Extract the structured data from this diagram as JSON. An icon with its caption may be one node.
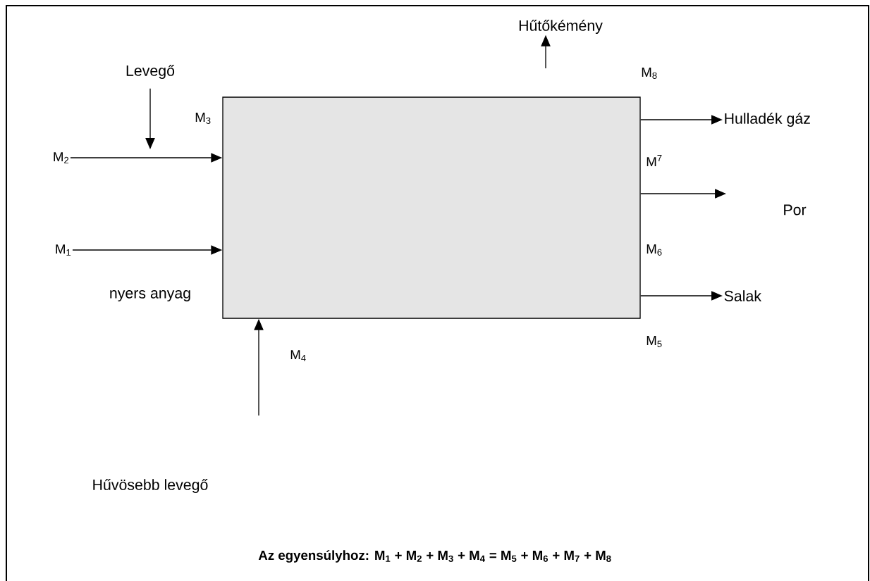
{
  "diagram": {
    "caption": "Az egyensúlyhoz: M$_{1}$ + M$_{2}$ + M$_{3}$ + M$_{4}$ = M$_{5}$ + M$_{6}$ + M$_{7}$ + M$_{8}$",
    "nodes": [
      {
        "text": [],
        "shape": "box"
      },
      {
        "text": [
          "M$_{2}$"
        ]
      },
      {
        "text": [
          "M$_{1}$"
        ]
      },
      {
        "text": [
          "Levegő"
        ]
      },
      {
        "text": [
          "Hűtőkémény"
        ]
      },
      {
        "text": [
          "Hulladék gáz"
        ]
      },
      {
        "text": [
          "Por"
        ]
      },
      {
        "text": [
          "Salak"
        ]
      },
      {
        "text": [
          "Hűvösebb levegő"
        ]
      }
    ],
    "edges": [
      {
        "from": 1,
        "to": 0,
        "arrow": "to"
      },
      {
        "from": 2,
        "to": 0,
        "arrow": "to"
      },
      {
        "from": 3,
        "to": null,
        "arrow": "to"
      },
      {
        "from": null,
        "to": 4,
        "arrow": "to"
      },
      {
        "from": 0,
        "to": 5,
        "arrow": "to"
      },
      {
        "from": 0,
        "to": 6,
        "arrow": "to"
      },
      {
        "from": 0,
        "to": 7,
        "arrow": "to"
      },
      {
        "from": null,
        "to": 0,
        "arrow": "to"
      }
    ],
    "labels": [
      "M$_{3}$",
      "M$_{8}$",
      "M$^{7}$",
      "M$_{6}$",
      "nyers anyag",
      "M$_{5}$",
      "M$_{4}$"
    ]
  }
}
